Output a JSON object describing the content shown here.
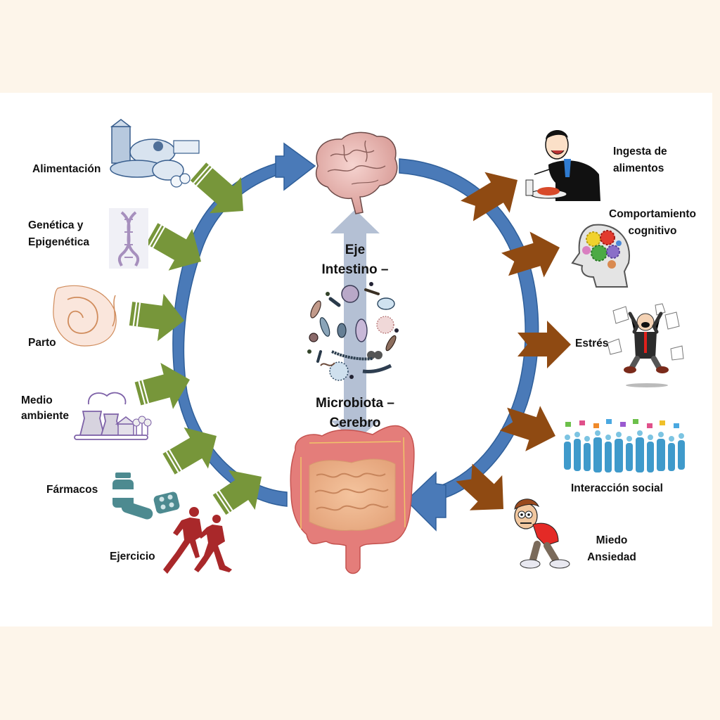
{
  "title": "Eje Intestino – Microbiota – Cerebro",
  "center": {
    "axis_line1": "Eje",
    "axis_line2": "Intestino –",
    "axis_line3": "Microbiota –",
    "axis_line4": "Cerebro",
    "top_organ": "brain",
    "bottom_organ": "intestine",
    "middle_image": "microbiota"
  },
  "inputs": [
    {
      "id": "alimentacion",
      "label": "Alimentación",
      "icon": "food-icon"
    },
    {
      "id": "genetica",
      "label_line1": "Genética y",
      "label_line2": "Epigenética",
      "icon": "dna-icon"
    },
    {
      "id": "parto",
      "label": "Parto",
      "icon": "birth-icon"
    },
    {
      "id": "medio-ambiente",
      "label_line1": "Medio",
      "label_line2": "ambiente",
      "icon": "factory-icon"
    },
    {
      "id": "farmacos",
      "label": "Fármacos",
      "icon": "pills-icon"
    },
    {
      "id": "ejercicio",
      "label": "Ejercicio",
      "icon": "runners-icon"
    }
  ],
  "outputs": [
    {
      "id": "ingesta",
      "label_line1": "Ingesta de",
      "label_line2": "alimentos",
      "icon": "eating-man-icon"
    },
    {
      "id": "comportamiento",
      "label_line1": "Comportamiento",
      "label_line2": "cognitivo",
      "icon": "head-gears-icon"
    },
    {
      "id": "estres",
      "label": "Estrés",
      "icon": "stressed-man-icon"
    },
    {
      "id": "interaccion",
      "label": "Interacción social",
      "icon": "crowd-icon"
    },
    {
      "id": "miedo",
      "label_line1": "Miedo",
      "label_line2": "Ansiedad",
      "icon": "scared-man-icon"
    }
  ],
  "colors": {
    "background": "#fdf5ea",
    "panel": "#ffffff",
    "cycle_arrow": "#4a7ab8",
    "cycle_arrow_dark": "#2f5f9a",
    "input_arrow": "#77963a",
    "output_arrow": "#8f4a12",
    "axis_arrow": "#b4c0d4",
    "text": "#111111"
  }
}
